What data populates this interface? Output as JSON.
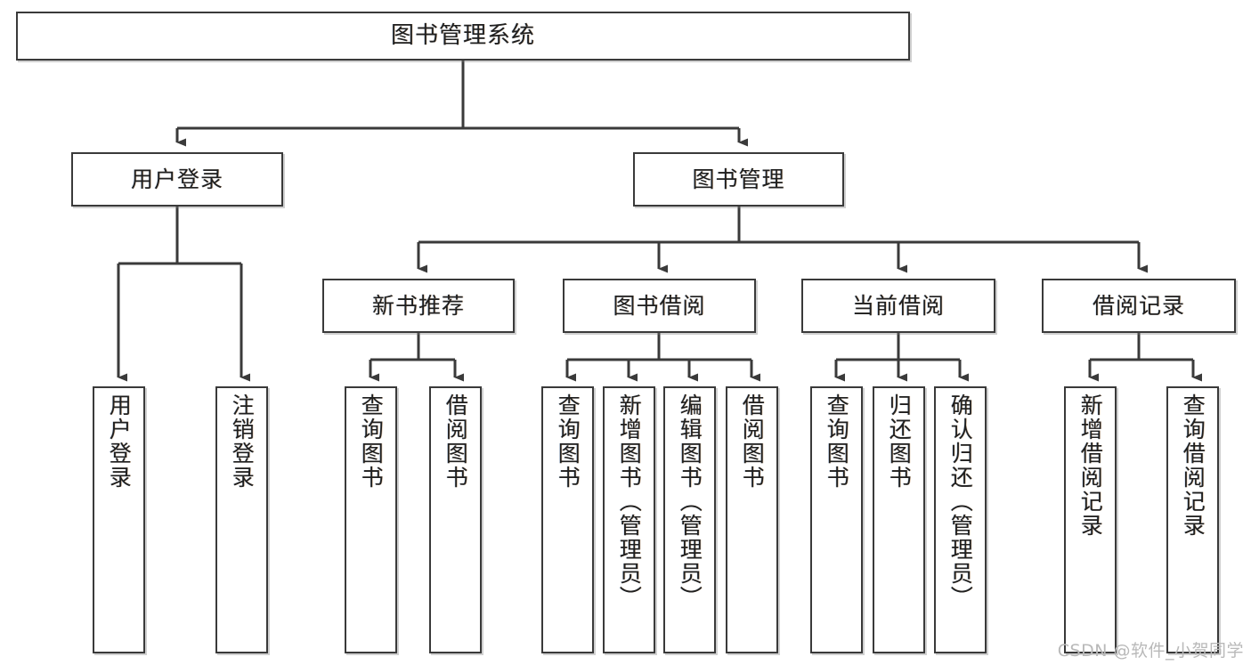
{
  "diagram": {
    "title": "图书管理系统",
    "type": "tree",
    "watermark": "CSDN @软件_小贺同学",
    "colors": {
      "box_border": "#3a3a3a",
      "box_fill": "#ffffff",
      "connector": "#3a3a3a",
      "text": "#1f1f1f",
      "watermark": "#b9b9b9"
    },
    "nodes": {
      "root": {
        "label": "图书管理系统"
      },
      "level2": [
        {
          "id": "user-login",
          "label": "用户登录"
        },
        {
          "id": "book-management",
          "label": "图书管理"
        }
      ],
      "level3": [
        {
          "id": "new-book-recommend",
          "label": "新书推荐"
        },
        {
          "id": "book-borrow",
          "label": "图书借阅"
        },
        {
          "id": "current-borrow",
          "label": "当前借阅"
        },
        {
          "id": "borrow-record",
          "label": "借阅记录"
        }
      ],
      "leaves": [
        {
          "id": "leaf-user-login",
          "label": "用户登录",
          "parent": "user-login"
        },
        {
          "id": "leaf-logout-login",
          "label": "注销登录",
          "parent": "user-login"
        },
        {
          "id": "leaf-query-book-1",
          "label": "查询图书",
          "parent": "new-book-recommend"
        },
        {
          "id": "leaf-borrow-book-1",
          "label": "借阅图书",
          "parent": "new-book-recommend"
        },
        {
          "id": "leaf-query-book-2",
          "label": "查询图书",
          "parent": "book-borrow"
        },
        {
          "id": "leaf-add-book-admin",
          "label": "新增图书（管理员）",
          "parent": "book-borrow"
        },
        {
          "id": "leaf-edit-book-admin",
          "label": "编辑图书（管理员）",
          "parent": "book-borrow"
        },
        {
          "id": "leaf-borrow-book-2",
          "label": "借阅图书",
          "parent": "book-borrow"
        },
        {
          "id": "leaf-query-book-3",
          "label": "查询图书",
          "parent": "current-borrow"
        },
        {
          "id": "leaf-return-book",
          "label": "归还图书",
          "parent": "current-borrow"
        },
        {
          "id": "leaf-confirm-return-admin",
          "label": "确认归还（管理员）",
          "parent": "current-borrow"
        },
        {
          "id": "leaf-add-borrow-record",
          "label": "新增借阅记录",
          "parent": "borrow-record"
        },
        {
          "id": "leaf-query-borrow-record",
          "label": "查询借阅记录",
          "parent": "borrow-record"
        }
      ]
    }
  }
}
